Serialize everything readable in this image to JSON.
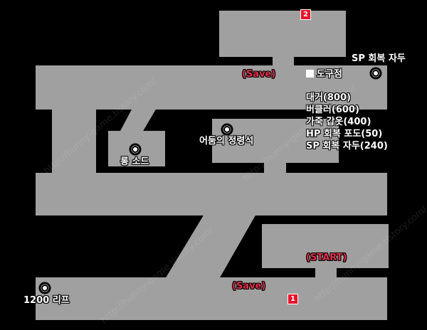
{
  "colors": {
    "floor": "#a0a0a0",
    "background": "#000000",
    "save": "#e0304a",
    "marker": "#e8102a"
  },
  "icons": {
    "point": "ring-icon",
    "shop": "square-icon"
  },
  "markers": [
    "2",
    "1"
  ],
  "labels": {
    "sp_jadu": "SP 회복 자두",
    "save_top": "(Save)",
    "shop_title": "도구점",
    "dark_crystal": "어둠의 정령석",
    "long_sword": "롱 소드",
    "start": "(START)",
    "save_bottom": "(Save)",
    "leaf": "1200 리프"
  },
  "shop_items": [
    "대거(800)",
    "버클러(600)",
    "가죽 갑옷(400)",
    "HP 회복 포도(50)",
    "SP 회복 자두(240)"
  ],
  "watermark": "http://hunny-game.tistory.com/"
}
